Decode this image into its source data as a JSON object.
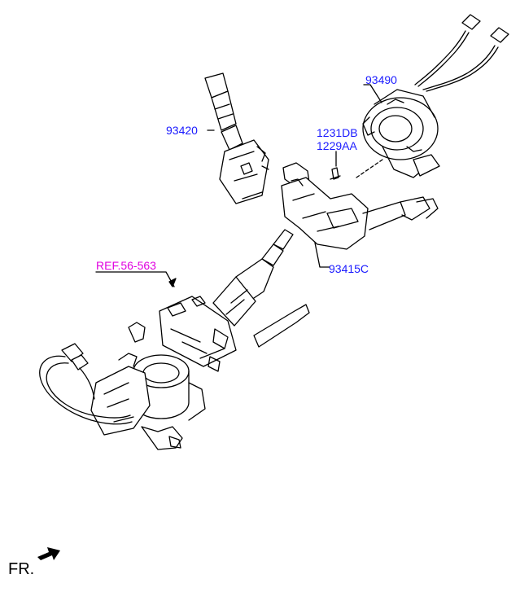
{
  "diagram": {
    "callouts": {
      "p93490": "93490",
      "p93420": "93420",
      "p1231DB": "1231DB",
      "p1229AA": "1229AA",
      "p93415C": "93415C",
      "ref": "REF.56-563"
    },
    "orientation_label": "FR.",
    "colors": {
      "callout": "#1a1aff",
      "reference": "#e000e0",
      "lines": "#000000"
    }
  }
}
